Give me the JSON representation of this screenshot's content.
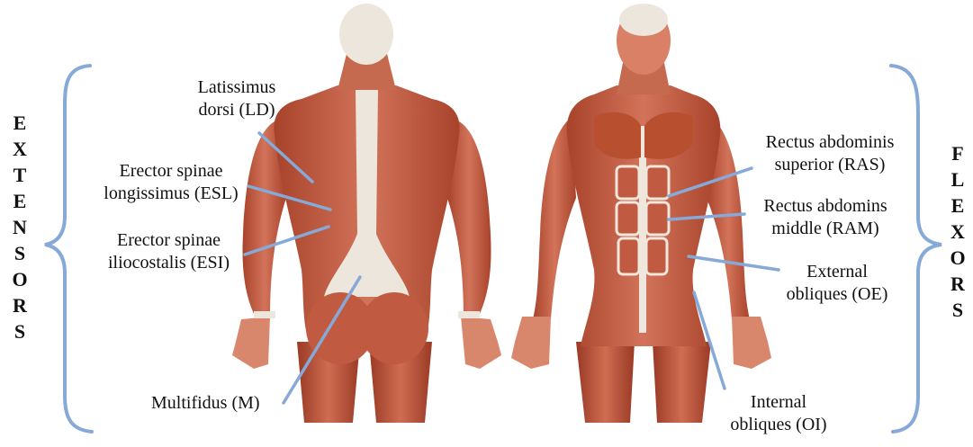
{
  "colors": {
    "muscle_dark": "#9a3a25",
    "muscle_mid": "#c8644a",
    "muscle_light": "#e39a7f",
    "tendon": "#eeeae2",
    "leader_line": "#86a9d8",
    "brace": "#86a9d8",
    "text": "#111111"
  },
  "figures": [
    {
      "name": "posterior-body",
      "view": "back"
    },
    {
      "name": "anterior-body",
      "view": "front"
    }
  ],
  "groups": {
    "extensors": {
      "letters": [
        "E",
        "X",
        "T",
        "E",
        "N",
        "S",
        "O",
        "R",
        "S"
      ]
    },
    "flexors": {
      "letters": [
        "F",
        "L",
        "E",
        "X",
        "O",
        "R",
        "S"
      ]
    }
  },
  "labels": {
    "ld": [
      "Latissimus",
      "dorsi (LD)"
    ],
    "esl": [
      "Erector spinae",
      "longissimus (ESL)"
    ],
    "esi": [
      "Erector spinae",
      "iliocostalis (ESI)"
    ],
    "m": [
      "Multifidus (M)"
    ],
    "ras": [
      "Rectus abdominis",
      "superior (RAS)"
    ],
    "ram": [
      "Rectus abdomins",
      "middle (RAM)"
    ],
    "oe": [
      "External",
      "obliques (OE)"
    ],
    "oi": [
      "Internal",
      "obliques (OI)"
    ]
  }
}
